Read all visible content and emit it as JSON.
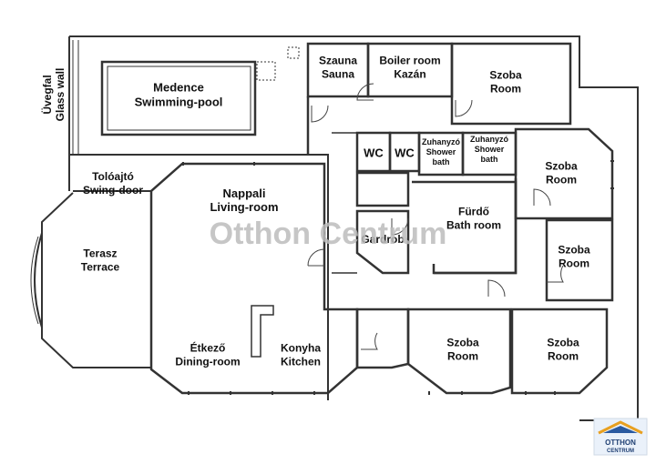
{
  "plan": {
    "rooms": [
      {
        "id": "pool",
        "lines": [
          "Medence",
          "Swimming-pool"
        ]
      },
      {
        "id": "sauna",
        "lines": [
          "Szauna",
          "Sauna"
        ]
      },
      {
        "id": "boiler",
        "lines": [
          "Boiler room",
          "Kazán"
        ]
      },
      {
        "id": "room-ne",
        "lines": [
          "Szoba",
          "Room"
        ]
      },
      {
        "id": "wc1",
        "lines": [
          "WC"
        ]
      },
      {
        "id": "wc2",
        "lines": [
          "WC"
        ]
      },
      {
        "id": "shower1",
        "lines": [
          "Zuhanyzó",
          "Shower",
          "bath"
        ]
      },
      {
        "id": "shower2",
        "lines": [
          "Zuhanyzó",
          "Shower",
          "bath"
        ]
      },
      {
        "id": "room-e1",
        "lines": [
          "Szoba",
          "Room"
        ]
      },
      {
        "id": "living",
        "lines": [
          "Nappali",
          "Living-room"
        ]
      },
      {
        "id": "bath",
        "lines": [
          "Fürdő",
          "Bath room"
        ]
      },
      {
        "id": "wardrobe",
        "lines": [
          "Gardrob"
        ]
      },
      {
        "id": "room-e2",
        "lines": [
          "Szoba",
          "Room"
        ]
      },
      {
        "id": "terrace",
        "lines": [
          "Terasz",
          "Terrace"
        ]
      },
      {
        "id": "room-s1",
        "lines": [
          "Szoba",
          "Room"
        ]
      },
      {
        "id": "room-s2",
        "lines": [
          "Szoba",
          "Room"
        ]
      },
      {
        "id": "dining",
        "lines": [
          "Étkező",
          "Dining-room"
        ]
      },
      {
        "id": "kitchen",
        "lines": [
          "Konyha",
          "Kitchen"
        ]
      }
    ],
    "glass_wall": [
      "Üvegfal",
      "Glass wall"
    ],
    "swing_door": [
      "Tolóajtó",
      "Swing-door"
    ]
  },
  "watermark": "Otthon Centrum",
  "logo": {
    "line1": "OTTHON",
    "line2": "CENTRUM",
    "color": "#1f3f73",
    "accent": "#e8a020"
  }
}
